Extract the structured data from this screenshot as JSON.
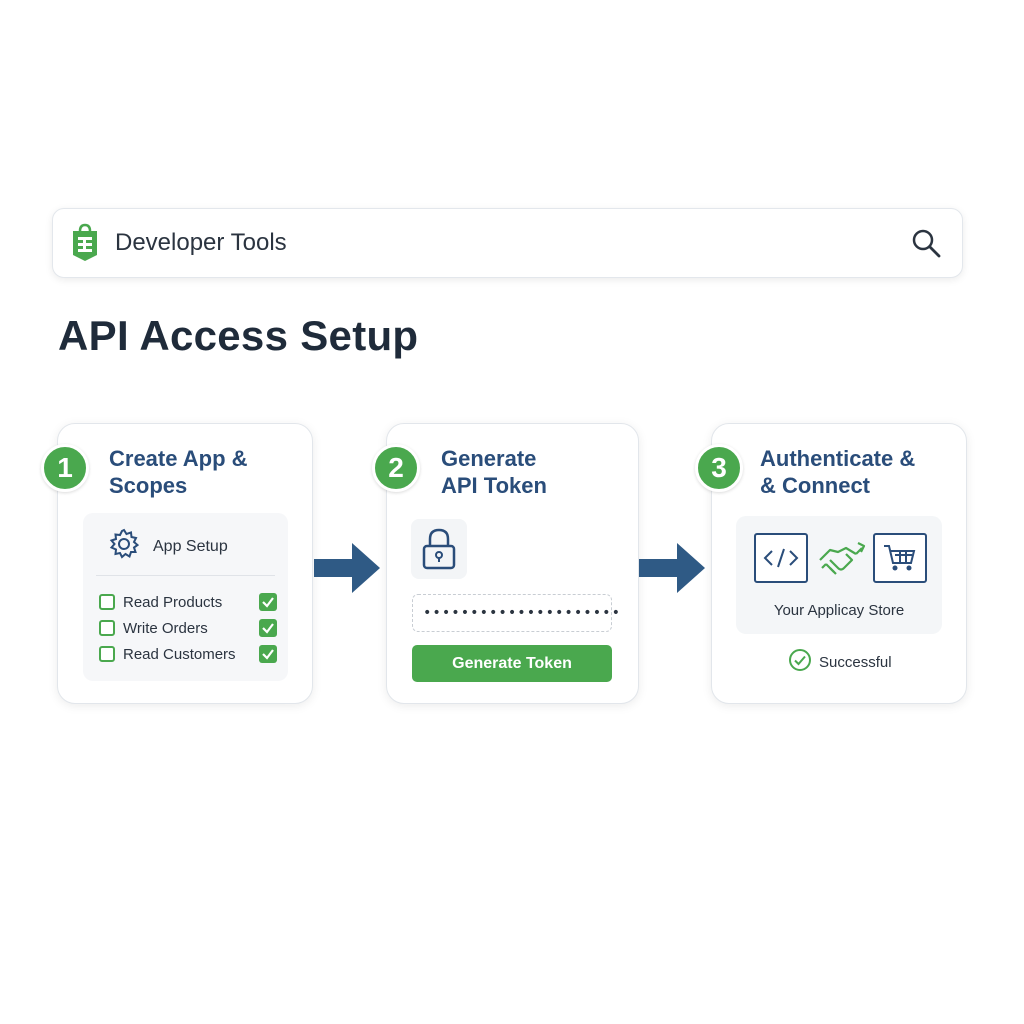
{
  "header": {
    "title": "Developer Tools",
    "logo_icon": "shopping-bag-icon",
    "search_icon": "search-icon"
  },
  "page": {
    "title": "API Access Setup"
  },
  "colors": {
    "accent_green": "#4aa84e",
    "accent_blue": "#2a4d7a",
    "arrow_blue": "#2f5a85"
  },
  "steps": [
    {
      "number": "1",
      "title_line1": "Create App &",
      "title_line2": "Scopes",
      "panel_label": "App Setup",
      "panel_icon": "gear-icon",
      "permissions": [
        {
          "label": "Read Products",
          "checked": true
        },
        {
          "label": "Write Orders",
          "checked": true
        },
        {
          "label": "Read Customers",
          "checked": true
        }
      ]
    },
    {
      "number": "2",
      "title_line1": "Generate",
      "title_line2": "API Token",
      "lock_icon": "lock-icon",
      "token_value": "•••••••••••••••••••••",
      "button_label": "Generate Token"
    },
    {
      "number": "3",
      "title_line1": "Authenticate &",
      "title_line2": "& Connect",
      "icons": [
        "code-icon",
        "handshake-icon",
        "cart-icon"
      ],
      "store_label": "Your Applicay Store",
      "status_label": "Successful",
      "status_icon": "check-circle-icon"
    }
  ]
}
